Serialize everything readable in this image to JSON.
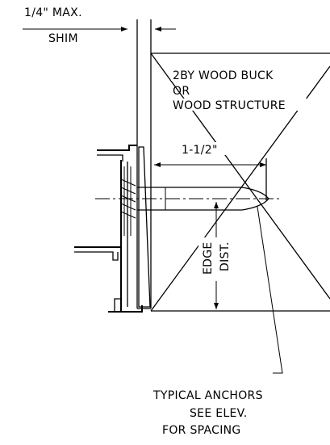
{
  "labels": {
    "max_shim_top": "1/4\" MAX.",
    "max_shim_bottom": "SHIM",
    "buck_line1": "2BY WOOD BUCK",
    "buck_line2": "OR",
    "buck_line3": "WOOD STRUCTURE",
    "embed_dim": "1-1/2\"",
    "edge_line1": "EDGE",
    "edge_line2": "DIST.",
    "note_line1": "TYPICAL ANCHORS",
    "note_line2": "SEE ELEV.",
    "note_line3": "FOR SPACING"
  }
}
